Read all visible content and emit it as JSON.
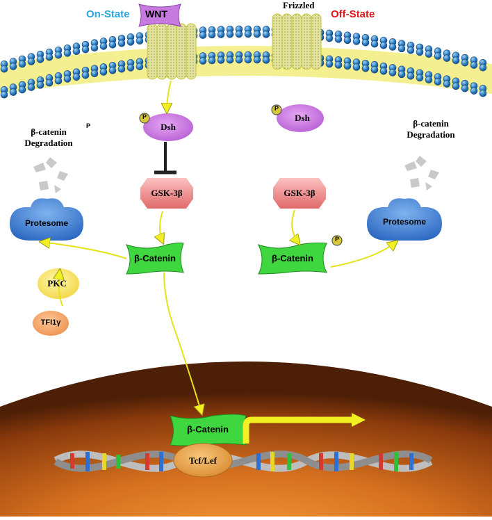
{
  "labels": {
    "wnt": "WNT",
    "frizzled": "Frizzled",
    "on_state": "On-State",
    "off_state": "Off-State",
    "p_small": "P",
    "phospho": "P",
    "dsh_left": "Dsh",
    "dsh_right": "Dsh",
    "gsk_left": "GSK-3β",
    "gsk_right": "GSK-3β",
    "degradation_left_line1": "β-catenin",
    "degradation_left_line2": "Degradation",
    "degradation_right_line1": "β-catenin",
    "degradation_right_line2": "Degradation",
    "proteasome_left": "Protesome",
    "proteasome_right": "Protesome",
    "catenin_left": "β-Catenin",
    "catenin_right": "β-Catenin",
    "catenin_nucleus": "β-Catenin",
    "pkc": "PKC",
    "tfi1g": "TFI1γ",
    "tcf_lef": "Tcf/Lef"
  },
  "colors": {
    "on_state": "#2aa6dc",
    "off_state": "#e0161b",
    "receptor": "#d9d98a",
    "wnt": "#c77be0",
    "dsh": "#cf7ce8",
    "gsk": "#f08888",
    "catenin": "#3fd63f",
    "proteasome": "#3d7fd6",
    "arrow": "#f2ef22",
    "nucleus": "#c8621a",
    "membrane_head": "#2f7fc4"
  }
}
